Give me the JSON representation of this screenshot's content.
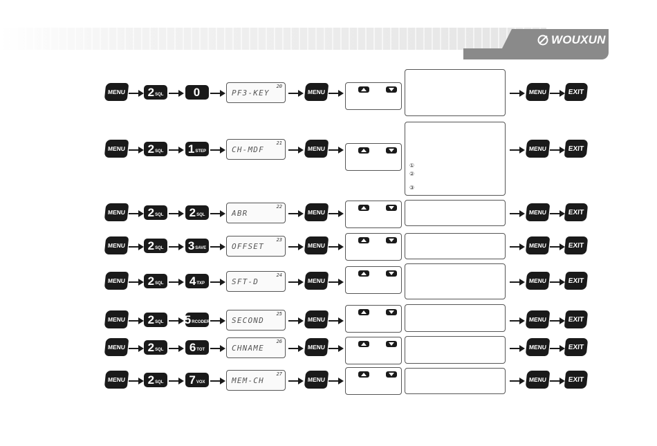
{
  "header": {
    "logo_text": "WOUXUN",
    "logo_icon": "wouxun-swirl-logo"
  },
  "keys": {
    "menu": "MENU",
    "exit": "EXIT"
  },
  "rows": [
    {
      "key_num": "0",
      "key_sub": "",
      "display": "PF3-KEY",
      "menu_no": "20"
    },
    {
      "key_num": "1",
      "key_sub": "STEP",
      "display": "CH-MDF",
      "menu_no": "21",
      "markers": [
        "①",
        "②",
        "③"
      ]
    },
    {
      "key_num": "2",
      "key_sub": "SQL",
      "display": "ABR",
      "menu_no": "22"
    },
    {
      "key_num": "3",
      "key_sub": "SAVE",
      "display": "OFFSET",
      "menu_no": "23"
    },
    {
      "key_num": "4",
      "key_sub": "TXP",
      "display": "SFT-D",
      "menu_no": "24"
    },
    {
      "key_num": "5",
      "key_sub": "RCODER",
      "display": "SECOND",
      "menu_no": "25"
    },
    {
      "key_num": "6",
      "key_sub": "TOT",
      "display": "CHNAME",
      "menu_no": "26"
    },
    {
      "key_num": "7",
      "key_sub": "VOX",
      "display": "MEM-CH",
      "menu_no": "27"
    }
  ],
  "second_key": {
    "num": "2",
    "sub": "SQL"
  },
  "icons": {
    "arrow": "right-arrow-icon",
    "up": "up-arrow-key-icon",
    "down": "down-arrow-key-icon"
  },
  "colors": {
    "key": "#1a1a1a",
    "header_tab": "#8a8a8a"
  }
}
